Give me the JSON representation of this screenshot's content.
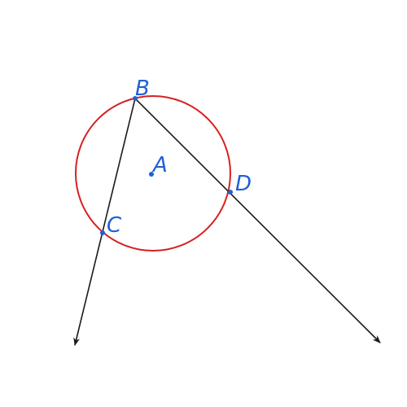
{
  "colors": {
    "background": "#ffffff",
    "circle": "#d62020",
    "rays": "#1a1a1a",
    "points": "#1f5fd6",
    "labels": "#1f5fd6"
  },
  "labels": {
    "center": "A",
    "tangent_point": "B",
    "point_c": "C",
    "point_d": "D"
  }
}
